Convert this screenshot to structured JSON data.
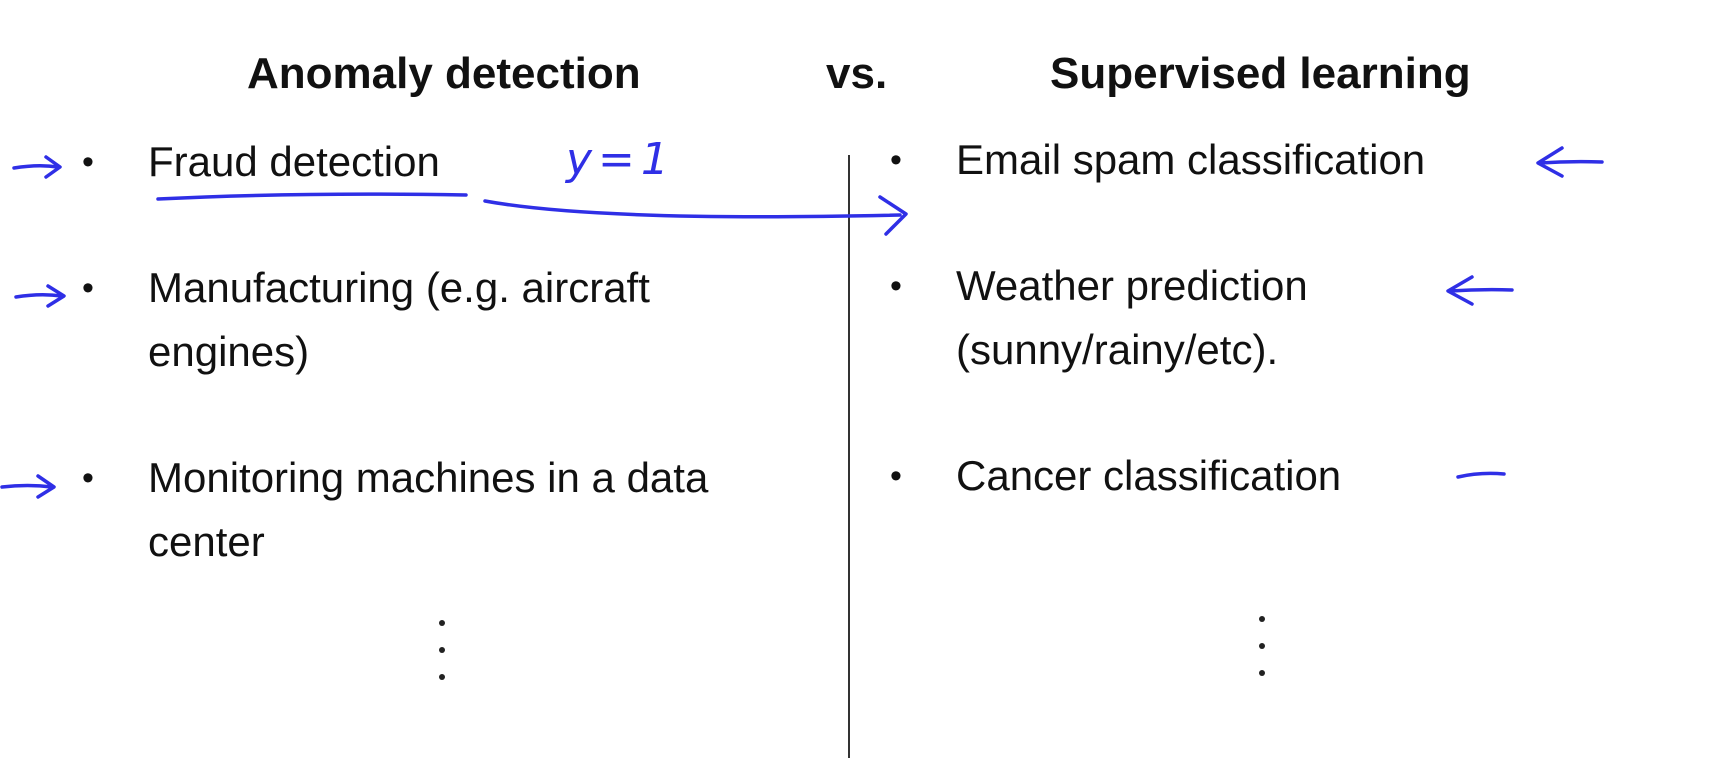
{
  "headings": {
    "left": "Anomaly detection",
    "vs": "vs.",
    "right": "Supervised learning"
  },
  "bullet_glyph": "•",
  "left_column": {
    "items": [
      {
        "line1": "Fraud detection",
        "line2": ""
      },
      {
        "line1": "Manufacturing (e.g. aircraft",
        "line2": "engines)"
      },
      {
        "line1": "Monitoring machines in a data",
        "line2": "center"
      }
    ]
  },
  "right_column": {
    "items": [
      {
        "line1": "Email spam classification",
        "line2": ""
      },
      {
        "line1": "Weather prediction",
        "line2": "(sunny/rainy/etc)."
      },
      {
        "line1": "Cancer classification",
        "line2": ""
      }
    ]
  },
  "annotations": {
    "handwritten_label": "y=1",
    "ink_color": "#2f2fe6"
  }
}
